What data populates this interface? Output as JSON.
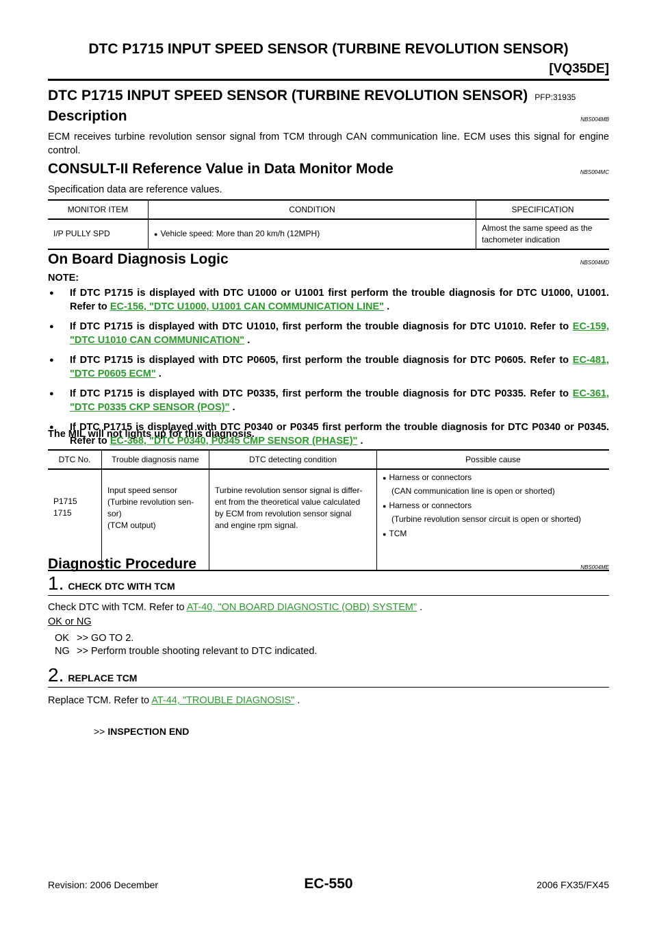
{
  "header": {
    "title": "DTC P1715 INPUT SPEED SENSOR (TURBINE REVOLUTION SENSOR)",
    "engine": "[VQ35DE]"
  },
  "section_title": "DTC P1715 INPUT SPEED SENSOR (TURBINE REVOLUTION SENSOR)",
  "section_code": "PFP:31935",
  "description": {
    "heading": "Description",
    "tag": "NBS004MB",
    "text": "ECM receives turbine revolution sensor signal from TCM through CAN communication line. ECM uses this signal for engine control."
  },
  "consult": {
    "heading": "CONSULT-II Reference Value in Data Monitor Mode",
    "tag": "NBS004MC",
    "intro": "Specification data are reference values.",
    "columns": [
      "MONITOR ITEM",
      "CONDITION",
      "SPECIFICATION"
    ],
    "row": {
      "item": "I/P PULLY SPD",
      "condition": "Vehicle speed: More than 20 km/h (12MPH)",
      "spec": "Almost the same speed as the tachometer indication"
    }
  },
  "obd": {
    "heading": "On Board Diagnosis Logic",
    "tag": "NBS004MD",
    "note_label": "NOTE:",
    "notes": [
      {
        "text": "If DTC P1715 is displayed with DTC U1000 or U1001 first perform the trouble diagnosis for DTC U1000, U1001. Refer to ",
        "link": "EC-156, \"DTC U1000, U1001 CAN COMMUNICATION LINE\"",
        "tail": " ."
      },
      {
        "text": "If DTC P1715 is displayed with DTC U1010, first perform the trouble diagnosis for DTC U1010. Refer to ",
        "link": "EC-159, \"DTC U1010 CAN COMMUNICATION\"",
        "tail": " ."
      },
      {
        "text": "If DTC P1715 is displayed with DTC P0605, first perform the trouble diagnosis for DTC P0605. Refer to ",
        "link": "EC-481, \"DTC P0605 ECM\"",
        "tail": " ."
      },
      {
        "text": "If DTC P1715 is displayed with DTC P0335, first perform the trouble diagnosis for DTC P0335. Refer to ",
        "link": "EC-361, \"DTC P0335 CKP SENSOR (POS)\"",
        "tail": " ."
      },
      {
        "text": "If DTC P1715 is displayed with DTC P0340 or P0345 first perform the trouble diagnosis for DTC P0340 or P0345. Refer to ",
        "link": "EC-368, \"DTC P0340, P0345 CMP SENSOR (PHASE)\"",
        "tail": " ."
      }
    ],
    "mil": "The MIL will not lights up for this diagnosis.",
    "columns": [
      "DTC No.",
      "Trouble diagnosis name",
      "DTC detecting condition",
      "Possible cause"
    ],
    "row": {
      "dtc1": "P1715",
      "dtc2": "1715",
      "name": [
        "Input speed sensor",
        "(Turbine revolution sen-",
        "sor)",
        "(TCM output)"
      ],
      "condition": [
        "Turbine revolution sensor signal is differ-",
        "ent from the theoretical value calculated",
        "by ECM from revolution sensor signal",
        "and engine rpm signal."
      ],
      "causes": [
        {
          "title": "Harness or connectors",
          "detail": "(CAN communication line is open or shorted)"
        },
        {
          "title": "Harness or connectors",
          "detail": "(Turbine revolution sensor circuit is open or shorted)"
        },
        {
          "title": "TCM",
          "detail": ""
        }
      ]
    }
  },
  "procedure": {
    "heading": "Diagnostic Procedure",
    "tag": "NBS004ME",
    "step1": {
      "num": "1.",
      "label": "CHECK DTC WITH TCM",
      "text": "Check DTC with TCM. Refer to ",
      "link": "AT-40, \"ON BOARD DIAGNOSTIC (OBD) SYSTEM\"",
      "tail": " .",
      "okng": "OK or NG",
      "ok_key": "OK",
      "ok_val": ">> GO TO 2.",
      "ng_key": "NG",
      "ng_val": ">> Perform trouble shooting relevant to DTC indicated."
    },
    "step2": {
      "num": "2.",
      "label": "REPLACE TCM",
      "text": "Replace TCM. Refer to ",
      "link": "AT-44, \"TROUBLE DIAGNOSIS\"",
      "tail": " .",
      "end_prefix": ">>",
      "end": "INSPECTION END"
    }
  },
  "footer": {
    "revision": "Revision: 2006 December",
    "page": "EC-550",
    "model": "2006 FX35/FX45"
  }
}
